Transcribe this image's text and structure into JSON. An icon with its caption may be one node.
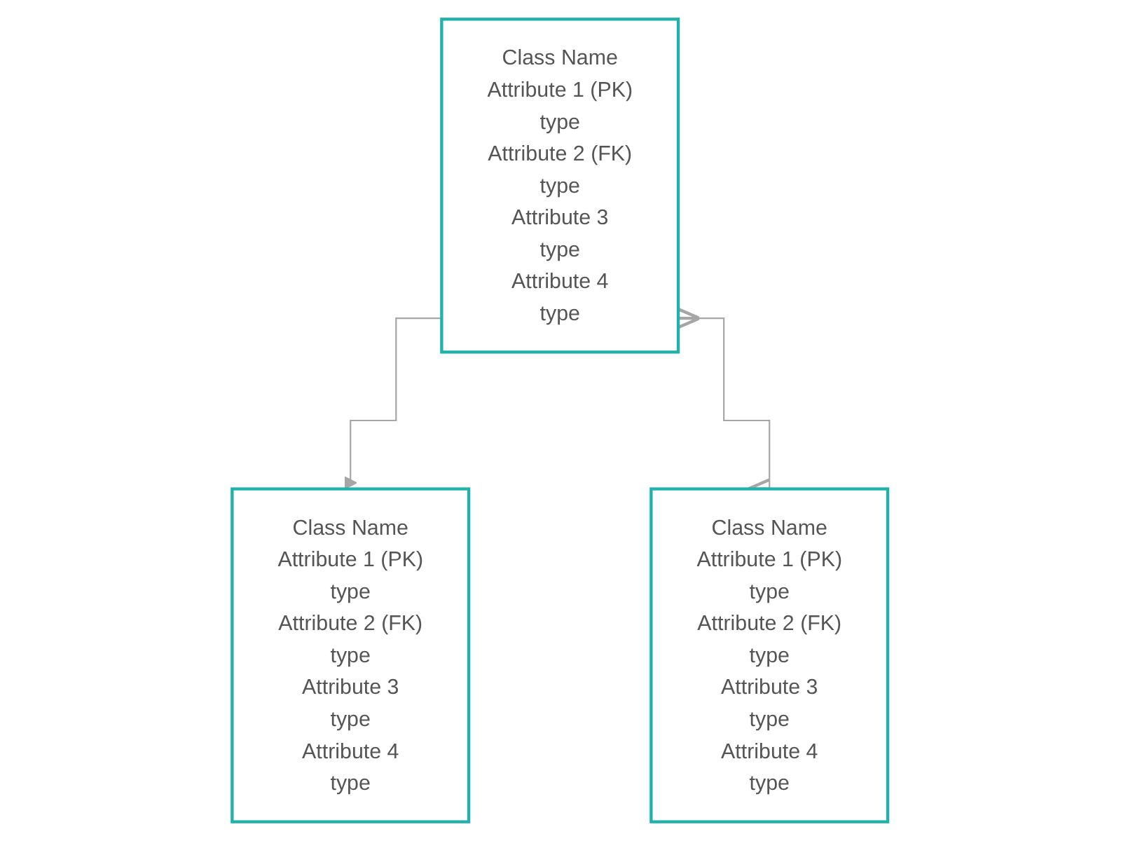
{
  "diagram": {
    "nodes": [
      {
        "text": [
          "Class Name",
          "Attribute 1 (PK)",
          "type",
          "Attribute 2 (FK)",
          "type",
          "Attribute 3",
          "type",
          "Attribute 4",
          "type"
        ]
      },
      {
        "text": [
          "Class Name",
          "Attribute 1 (PK)",
          "type",
          "Attribute 2 (FK)",
          "type",
          "Attribute 3",
          "type",
          "Attribute 4",
          "type"
        ]
      },
      {
        "text": [
          "Class Name",
          "Attribute 1 (PK)",
          "type",
          "Attribute 2 (FK)",
          "type",
          "Attribute 3",
          "type",
          "Attribute 4",
          "type"
        ]
      }
    ],
    "edges": [
      {
        "from": 0,
        "to": 1,
        "arrow": "to"
      },
      {
        "from": 0,
        "to": 2,
        "arrow": "other"
      }
    ]
  }
}
